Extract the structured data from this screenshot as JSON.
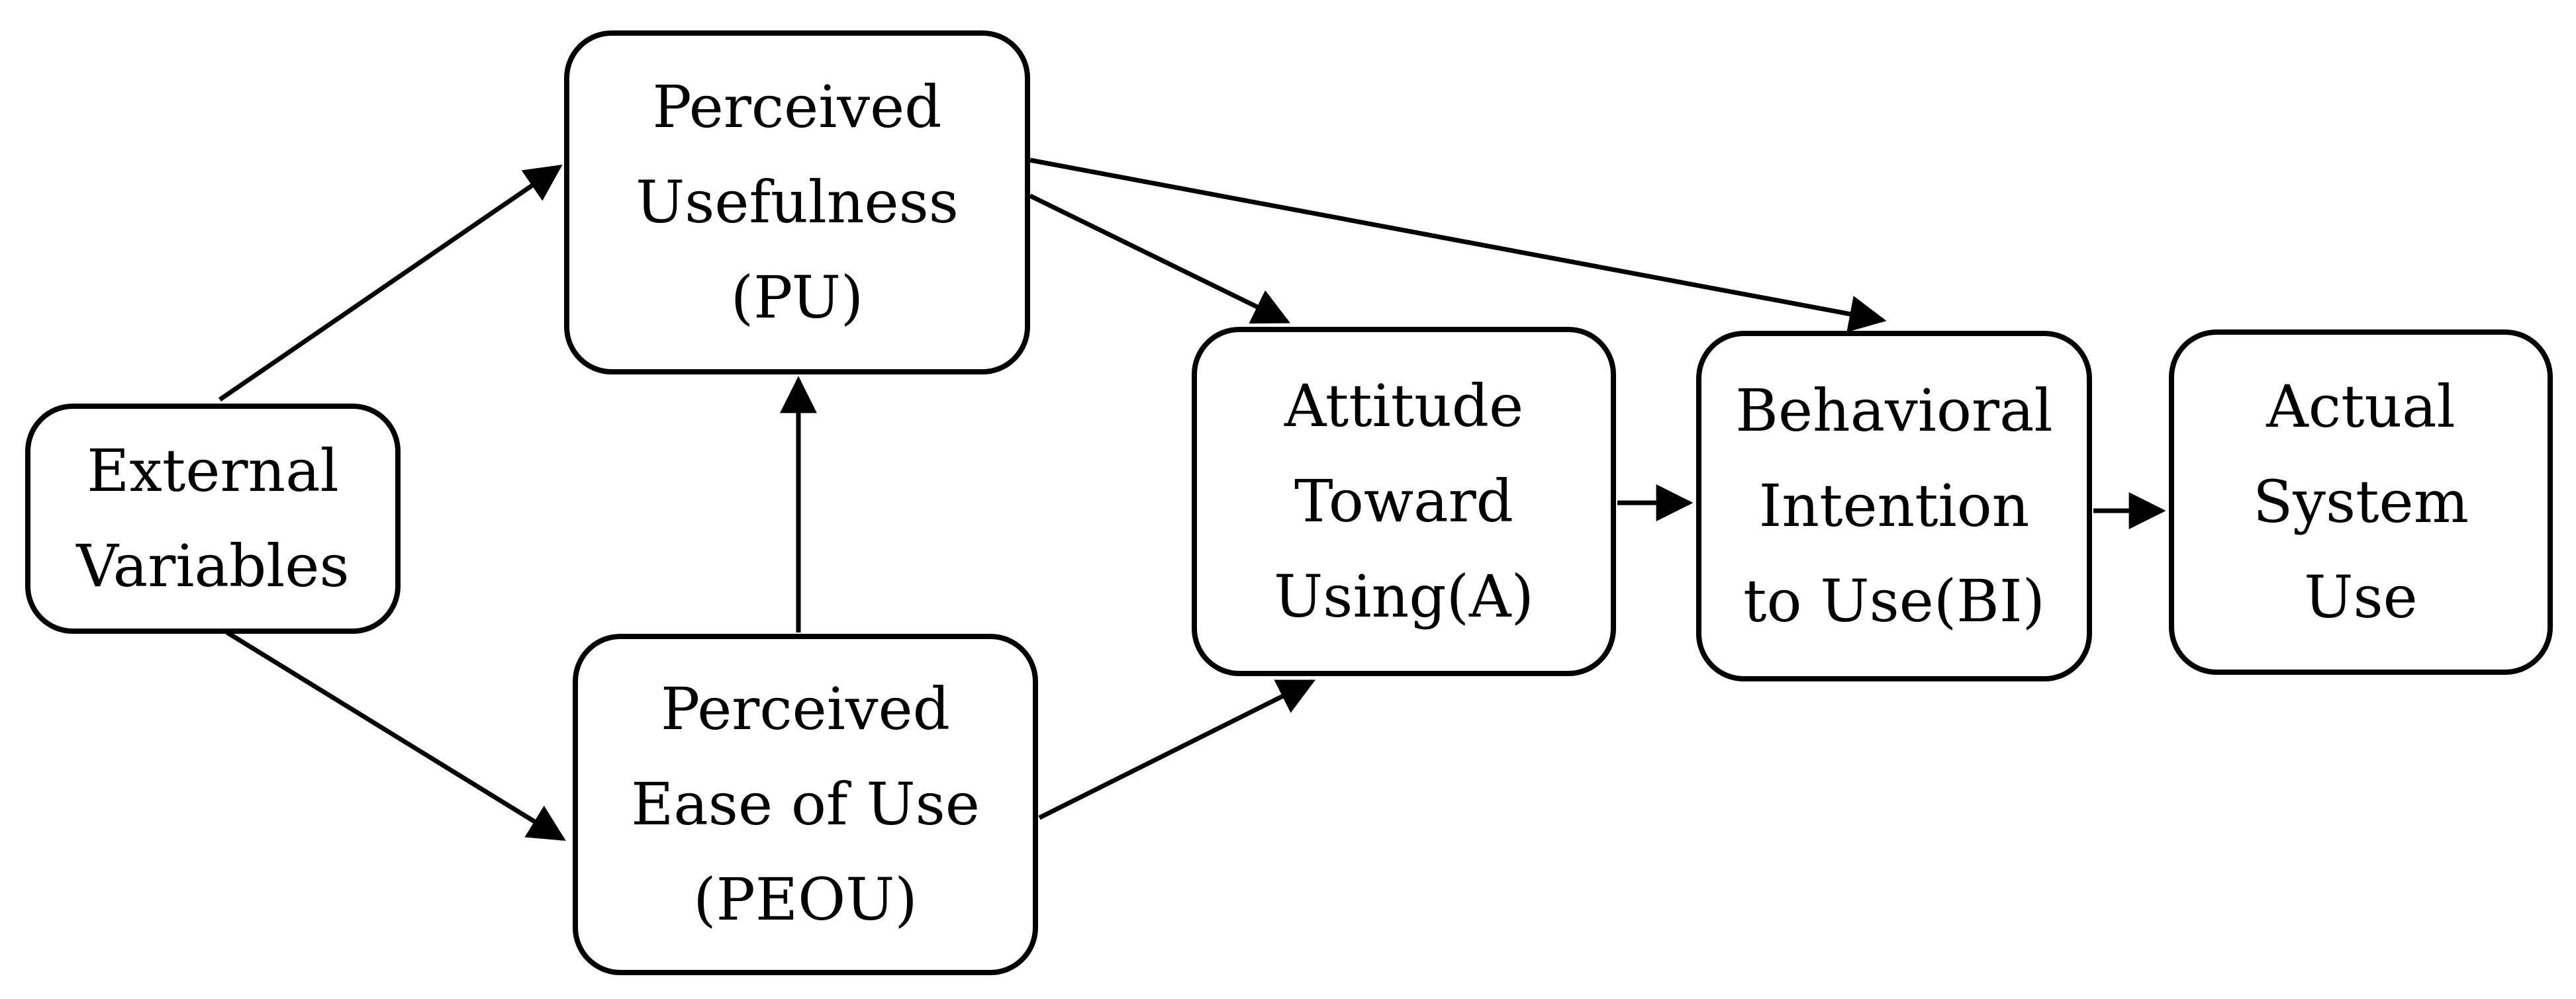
{
  "page": {
    "background": "#ffffff",
    "ink": "#000000"
  },
  "diagram": {
    "type": "flowchart",
    "nodes": {
      "ev": {
        "id": "external-variables",
        "label": "External Variables",
        "lines": [
          "External",
          "Variables"
        ]
      },
      "pu": {
        "id": "perceived-usefulness",
        "label": "Perceived Usefulness (PU)",
        "lines": [
          "Perceived",
          "Usefulness",
          "(PU)"
        ]
      },
      "peou": {
        "id": "perceived-ease-of-use",
        "label": "Perceived Ease of Use (PEOU)",
        "lines": [
          "Perceived",
          "Ease of Use",
          "(PEOU)"
        ]
      },
      "att": {
        "id": "attitude-toward-using",
        "label": "Attitude Toward Using(A)",
        "lines": [
          "Attitude",
          "Toward",
          "Using(A)"
        ]
      },
      "bi": {
        "id": "behavioral-intention-to-use",
        "label": "Behavioral Intention to Use(BI)",
        "lines": [
          "Behavioral",
          "Intention",
          "to Use(BI)"
        ]
      },
      "asu": {
        "id": "actual-system-use",
        "label": "Actual System Use",
        "lines": [
          "Actual",
          "System",
          "Use"
        ]
      }
    },
    "edges": [
      {
        "id": "ev-pu",
        "from": "external-variables",
        "to": "perceived-usefulness"
      },
      {
        "id": "ev-peou",
        "from": "external-variables",
        "to": "perceived-ease-of-use"
      },
      {
        "id": "peou-pu",
        "from": "perceived-ease-of-use",
        "to": "perceived-usefulness"
      },
      {
        "id": "pu-att",
        "from": "perceived-usefulness",
        "to": "attitude-toward-using"
      },
      {
        "id": "peou-att",
        "from": "perceived-ease-of-use",
        "to": "attitude-toward-using"
      },
      {
        "id": "pu-bi",
        "from": "perceived-usefulness",
        "to": "behavioral-intention-to-use"
      },
      {
        "id": "att-bi",
        "from": "attitude-toward-using",
        "to": "behavioral-intention-to-use"
      },
      {
        "id": "bi-asu",
        "from": "behavioral-intention-to-use",
        "to": "actual-system-use"
      }
    ]
  }
}
